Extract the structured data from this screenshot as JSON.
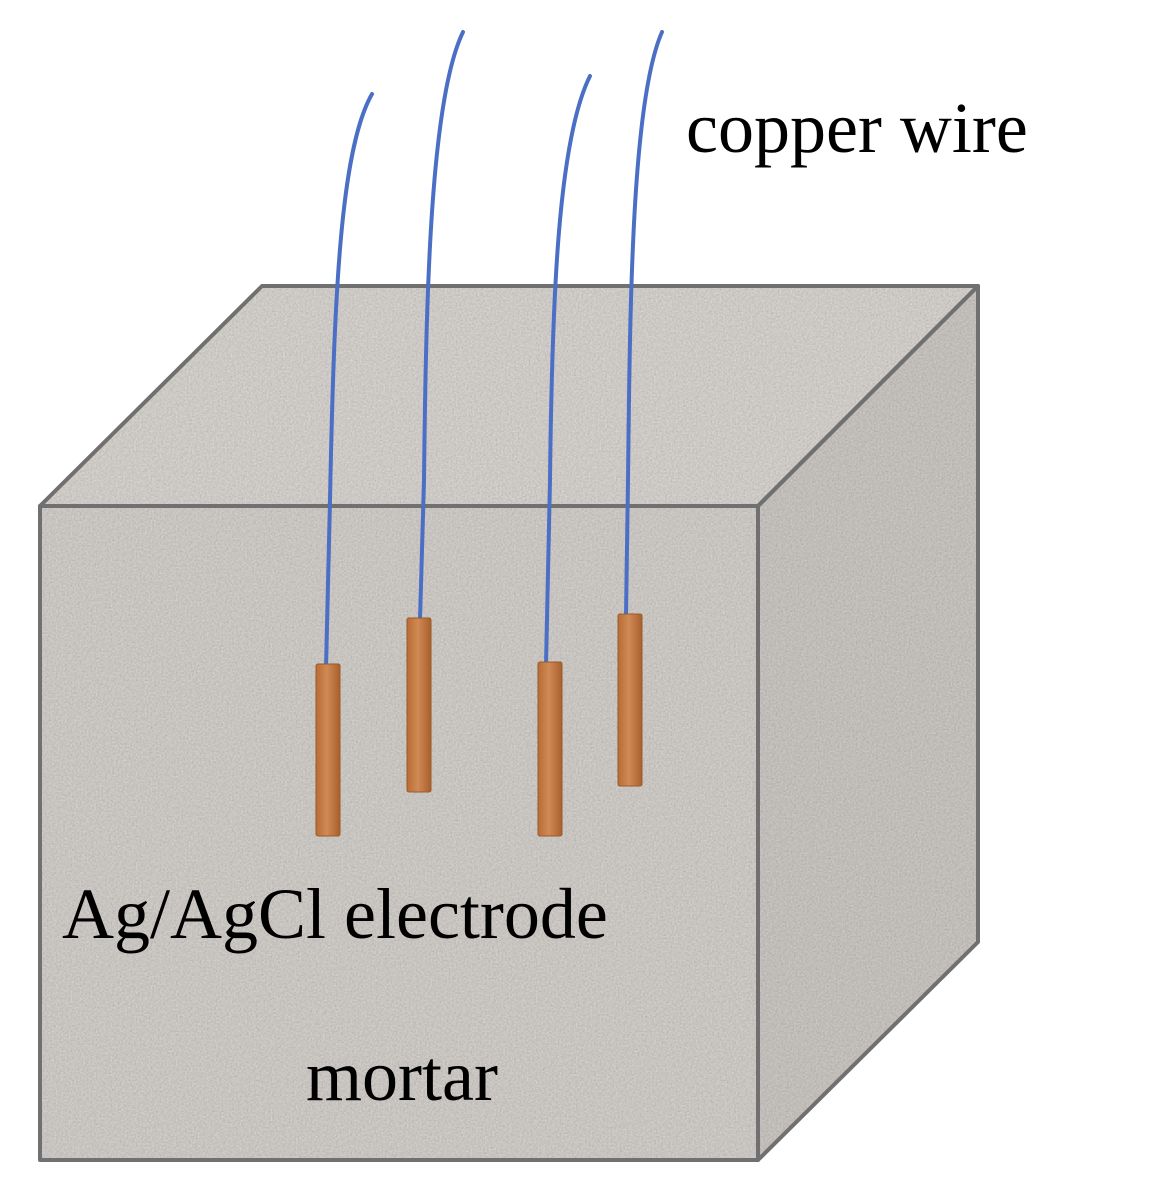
{
  "labels": {
    "copper_wire": "copper wire",
    "electrode": "Ag/AgCl electrode",
    "mortar": "mortar"
  },
  "colors": {
    "wire": "#4a6fc4",
    "electrode": "#c07a45",
    "mortar_front": "#d7d3cf",
    "mortar_top": "#dcd8d4",
    "mortar_side": "#cfcbc7",
    "edge": "#707070"
  },
  "icons": {
    "texture": "speckled-concrete-texture"
  }
}
